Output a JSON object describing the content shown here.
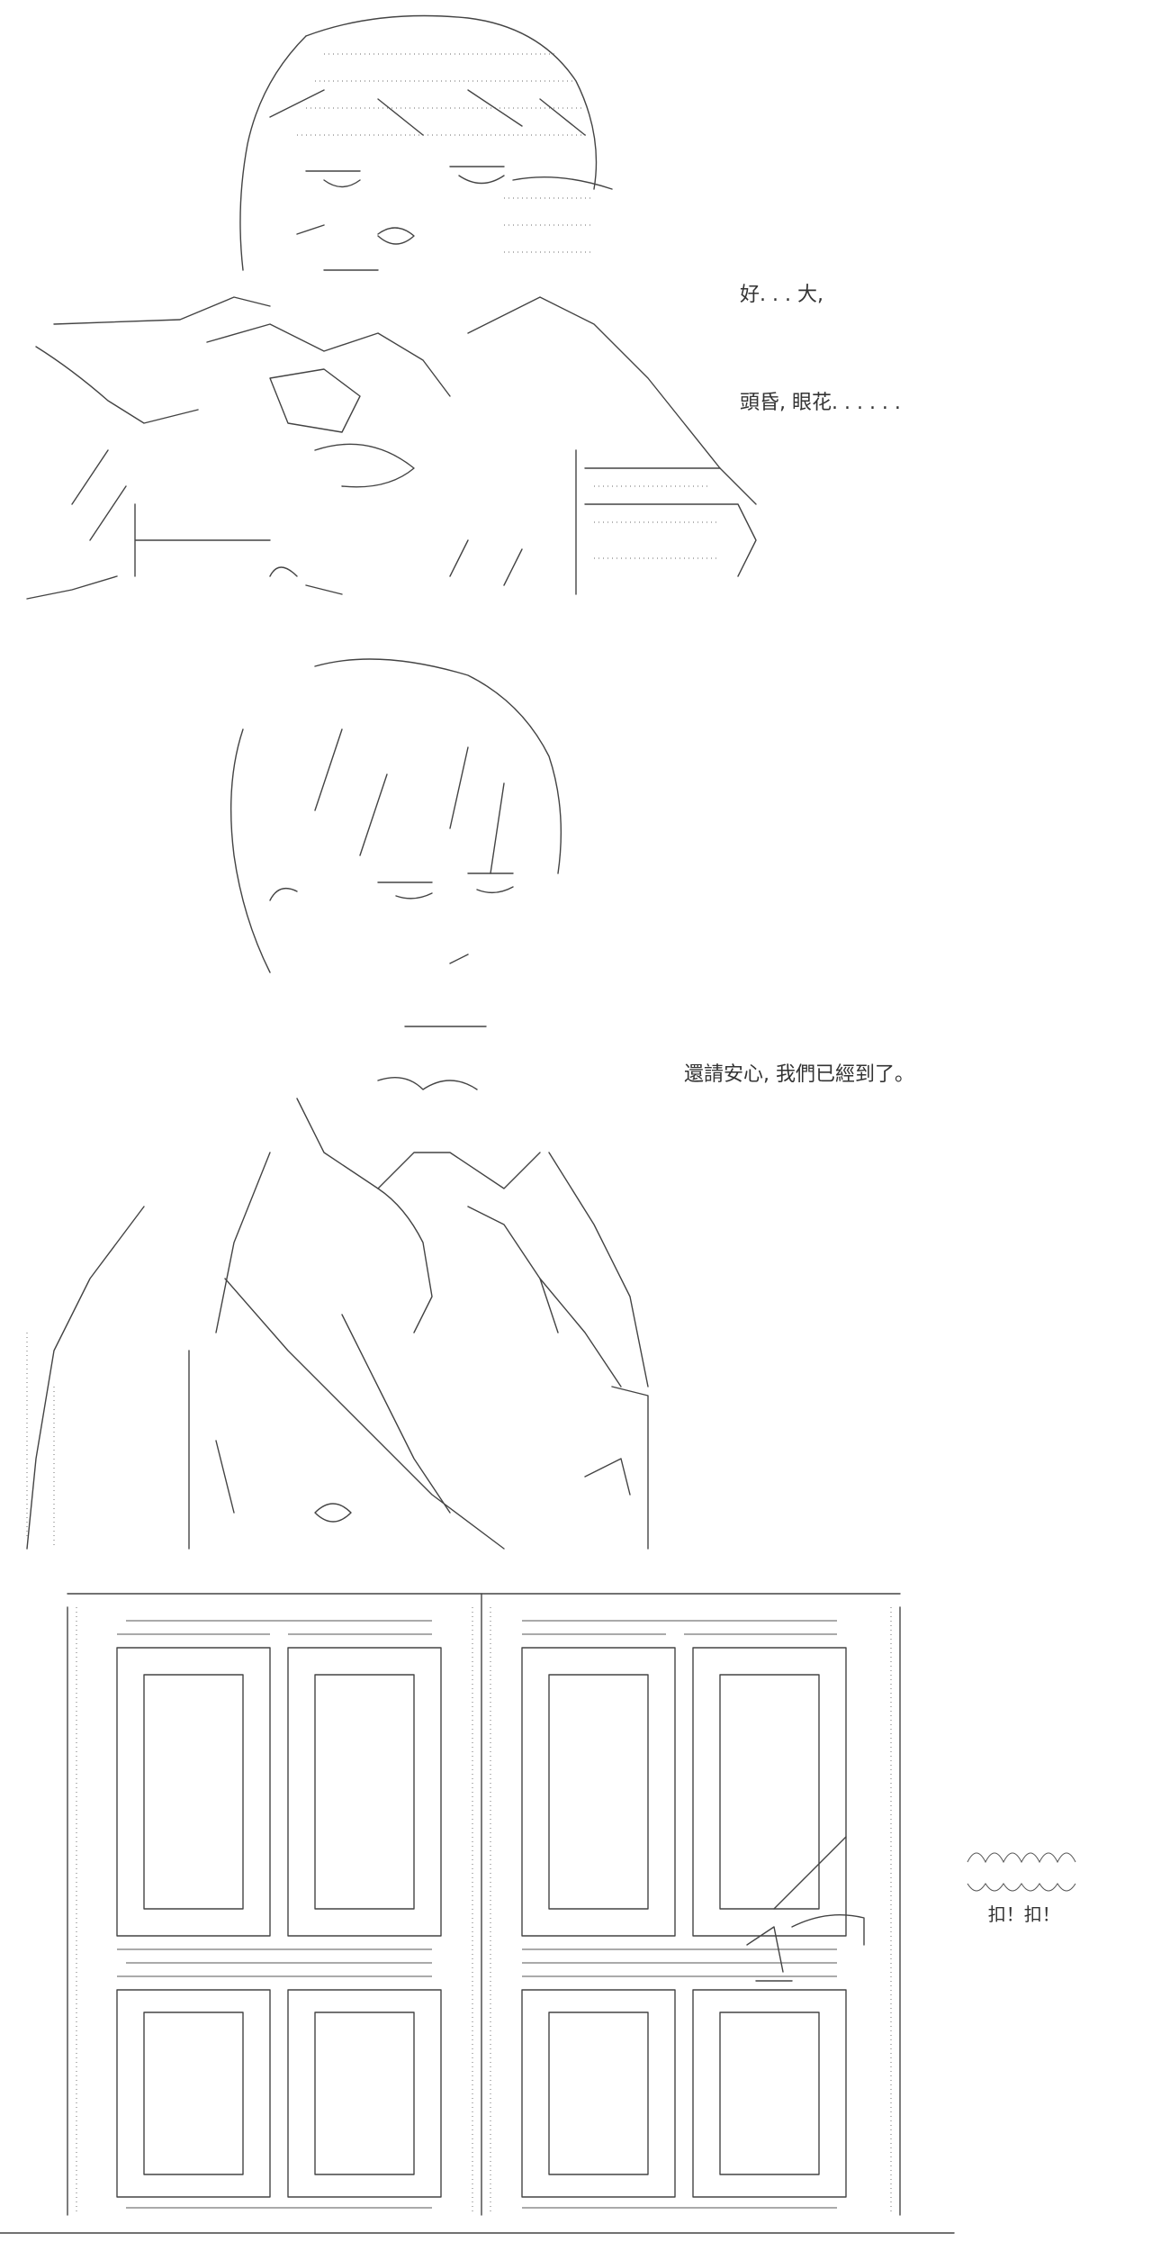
{
  "panels": [
    {
      "id": "panel-1",
      "dialogue": [
        "好. . . 大,",
        "頭昏, 眼花. . . . . ."
      ]
    },
    {
      "id": "panel-2",
      "dialogue": [
        "還請安心, 我們已經到了。"
      ]
    },
    {
      "id": "panel-3",
      "sound_effect": "扣！扣！"
    }
  ]
}
